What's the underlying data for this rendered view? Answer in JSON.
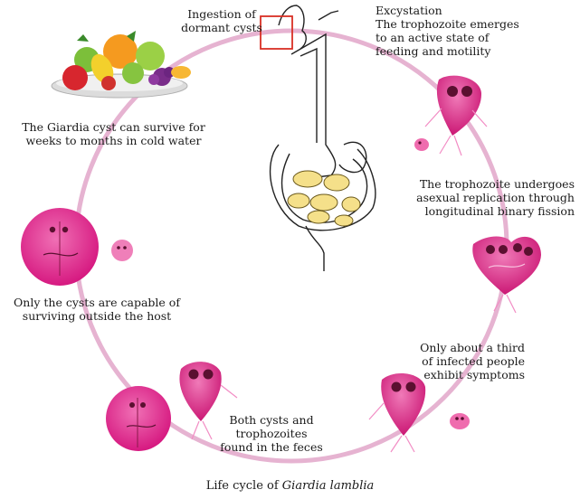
{
  "stages": {
    "ingestion": [
      "Ingestion of",
      "dormant cysts"
    ],
    "excystation": [
      "Excystation",
      "The trophozoite emerges",
      "to an active state of",
      "feeding and motility"
    ],
    "replication": [
      "The trophozoite undergoes",
      "asexual replication through",
      "longitudinal binary fission"
    ],
    "symptoms": [
      "Only about a third",
      "of infected people",
      "exhibit symptoms"
    ],
    "feces": [
      "Both cysts and",
      "trophozoites",
      "found in the feces"
    ],
    "outside": [
      "Only the cysts are capable of",
      "surviving outside the host"
    ],
    "water": [
      "The Giardia cyst can survive for",
      "weeks to months in cold water"
    ]
  },
  "caption": {
    "prefix": "Life cycle of ",
    "species": "Giardia lamblia"
  },
  "colors": {
    "cycle": "#e6b3d1",
    "organism": "#de1c87",
    "organism_light": "#f28cc4",
    "nucleus": "#5a1030",
    "gut": "#f5e08a",
    "highlight": "#d93025"
  }
}
